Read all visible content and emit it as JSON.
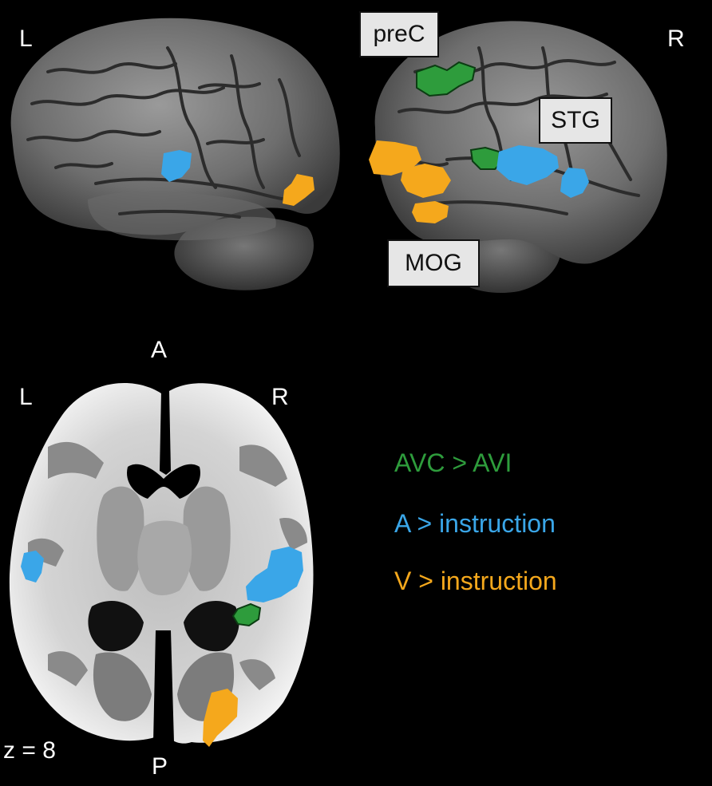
{
  "orientation": {
    "top_left": "L",
    "top_right": "R",
    "axial_anterior": "A",
    "axial_posterior": "P",
    "axial_left": "L",
    "axial_right": "R",
    "slice": "z = 8"
  },
  "regions": {
    "precuneus": "preC",
    "superior_temporal": "STG",
    "middle_occipital": "MOG"
  },
  "legend": [
    {
      "label": "AVC > AVI",
      "color": "#2e9c3c"
    },
    {
      "label": "A > instruction",
      "color": "#3aa6e8"
    },
    {
      "label": "V > instruction",
      "color": "#f5a81c"
    }
  ],
  "colors": {
    "green": "#2e9c3c",
    "blue": "#3aa6e8",
    "orange": "#f5a81c",
    "background": "#000000"
  }
}
